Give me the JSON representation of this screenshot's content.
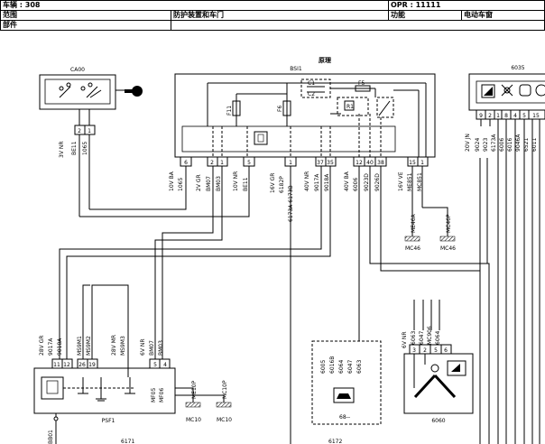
{
  "header": {
    "vehicle_label": "车辆 : 308",
    "opr_label": "OPR : 11111",
    "scope_label": "范围",
    "scope_value": "防护装置和车门",
    "function_label": "功能",
    "function_value": "电动车窗",
    "parts_label": "部件"
  },
  "diagram": {
    "title": "原理",
    "components": {
      "ca00": "CA00",
      "bsi1": "BSI1",
      "c6035": "6035",
      "psf1": "PSF1",
      "c6060": "6060",
      "c68": "68--"
    },
    "fuses": {
      "f11": "F11",
      "f6": "F6",
      "f5": "F5",
      "c1": "C1",
      "c2": "C2",
      "r1": "R1"
    },
    "ca00_pins": [
      "2",
      "1"
    ],
    "ca00_wires": [
      "3V NR",
      "BE11",
      "1065"
    ],
    "bsi_conn1": {
      "label": "10V BA",
      "pin": "6",
      "wire": "1065"
    },
    "bsi_conn2": {
      "label": "2V GR",
      "pins": [
        "2",
        "1"
      ],
      "wires": [
        "BM07",
        "BM03"
      ]
    },
    "bsi_conn3": {
      "label": "10V NR",
      "pin": "5",
      "wire": "BE11"
    },
    "bsi_conn4": {
      "label": "16V GR",
      "pin": "1",
      "wire": "6182P",
      "wire2": "6173A 6173B"
    },
    "bsi_conn5": {
      "label": "40V NR",
      "pins": [
        "37",
        "35"
      ],
      "wires": [
        "9017A",
        "9018A"
      ]
    },
    "bsi_conn6": {
      "label": "40V BA",
      "pins": [
        "12",
        "40",
        "38"
      ],
      "wires": [
        "6006",
        "9023D",
        "9026D"
      ]
    },
    "bsi_conn7": {
      "label": "16V VE",
      "pins": [
        "15",
        "1"
      ],
      "wires": [
        "ME851",
        "MC851"
      ]
    },
    "grounds": {
      "me46a": "ME46A",
      "mc46p": "MC46P",
      "mc46a": "MC46",
      "mc46b": "MC46",
      "me10p": "ME10P",
      "mc10p": "MC10P",
      "mc10a": "MC10",
      "mc10b": "MC10"
    },
    "c6035_header": "20V JN",
    "c6035_pins": [
      "9",
      "2",
      "1",
      "8",
      "4",
      "5",
      "15"
    ],
    "c6035_wires": [
      "9024",
      "9023",
      "6173A",
      "6006",
      "6016",
      "9046A",
      "6521",
      "6011"
    ],
    "psf_conn1": {
      "label": "28V GR",
      "wires": [
        "9017A",
        "9018A"
      ],
      "pins": [
        "11",
        "12"
      ]
    },
    "psf_conn2": {
      "label": "",
      "wires": [
        "MS9M1",
        "MS9M2"
      ],
      "pins": [
        "26",
        "19"
      ]
    },
    "psf_conn3": {
      "label": "28V MR",
      "wires": [
        "MS9M3"
      ],
      "pins": []
    },
    "psf_conn4": {
      "label": "6V NR",
      "wires": [
        "BM07",
        "BM03"
      ],
      "pins": [
        "5",
        "4"
      ]
    },
    "psf_wires_right": [
      "MF05",
      "MF06"
    ],
    "c68_wires": [
      "6005",
      "6016B",
      "6064",
      "6047",
      "6063"
    ],
    "c6060_header": "6V NR",
    "c6060_wires": [
      "6063",
      "6047",
      "MC906",
      "6064"
    ],
    "c6060_pins": [
      "3",
      "2",
      "5",
      "6"
    ],
    "bottom_refs": {
      "left": "BB01",
      "mid1": "6171",
      "mid2": "6172"
    }
  }
}
